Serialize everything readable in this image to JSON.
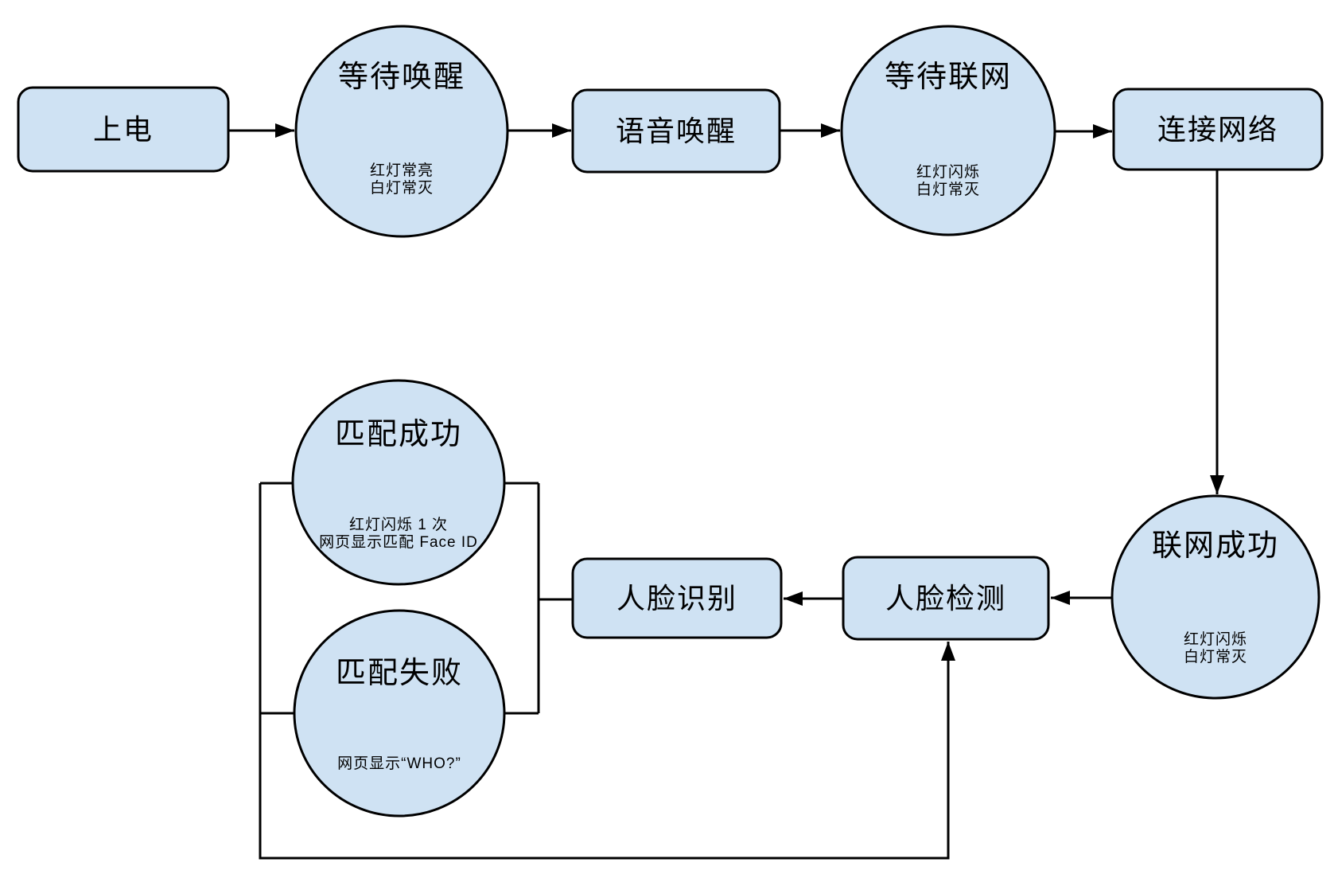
{
  "diagram": {
    "description": "Device boot / wake / network / face recognition state flowchart",
    "colors": {
      "node_fill": "#cfe2f3",
      "node_stroke": "#000000",
      "edge_color": "#000000",
      "background": "#ffffff"
    },
    "nodes": {
      "power_on": {
        "shape": "rect",
        "label": "上电"
      },
      "wait_wake": {
        "shape": "ellipse",
        "label": "等待唤醒",
        "sub1": "红灯常亮",
        "sub2": "白灯常灭"
      },
      "voice_wake": {
        "shape": "rect",
        "label": "语音唤醒"
      },
      "wait_network": {
        "shape": "ellipse",
        "label": "等待联网",
        "sub1": "红灯闪烁",
        "sub2": "白灯常灭"
      },
      "connect_network": {
        "shape": "rect",
        "label": "连接网络"
      },
      "network_success": {
        "shape": "ellipse",
        "label": "联网成功",
        "sub1": "红灯闪烁",
        "sub2": "白灯常灭"
      },
      "face_detect": {
        "shape": "rect",
        "label": "人脸检测"
      },
      "face_recognize": {
        "shape": "rect",
        "label": "人脸识别"
      },
      "match_success": {
        "shape": "ellipse",
        "label": "匹配成功",
        "sub1": "红灯闪烁 1 次",
        "sub2": "网页显示匹配 Face ID"
      },
      "match_fail": {
        "shape": "ellipse",
        "label": "匹配失败",
        "sub1": "网页显示“WHO?”"
      }
    },
    "edges": [
      {
        "from": "power_on",
        "to": "wait_wake",
        "arrow": true
      },
      {
        "from": "wait_wake",
        "to": "voice_wake",
        "arrow": true
      },
      {
        "from": "voice_wake",
        "to": "wait_network",
        "arrow": true
      },
      {
        "from": "wait_network",
        "to": "connect_network",
        "arrow": true
      },
      {
        "from": "connect_network",
        "to": "network_success",
        "arrow": true
      },
      {
        "from": "network_success",
        "to": "face_detect",
        "arrow": true
      },
      {
        "from": "face_detect",
        "to": "face_recognize",
        "arrow": true
      },
      {
        "from": "face_recognize",
        "to": "match_success",
        "arrow": false
      },
      {
        "from": "face_recognize",
        "to": "match_fail",
        "arrow": false
      },
      {
        "from": "match_success",
        "to": "face_detect",
        "arrow": true,
        "note": "loop via left rail and bottom"
      },
      {
        "from": "match_fail",
        "to": "face_detect",
        "arrow": true,
        "note": "loop via left rail and bottom"
      }
    ]
  }
}
